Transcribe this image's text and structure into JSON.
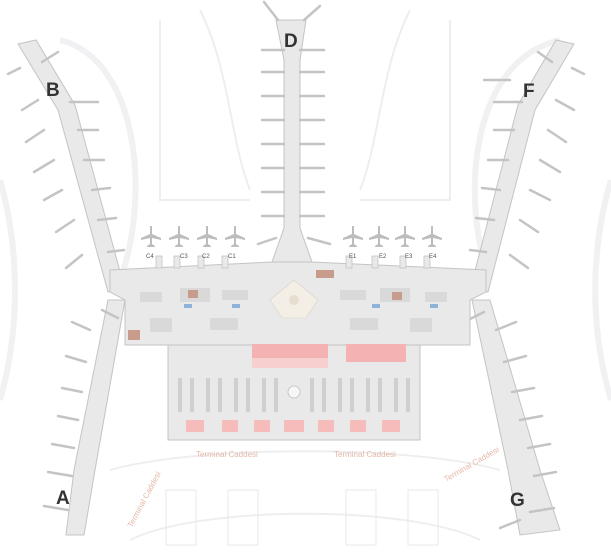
{
  "map": {
    "piers": [
      {
        "id": "A",
        "label": "A"
      },
      {
        "id": "B",
        "label": "B"
      },
      {
        "id": "D",
        "label": "D"
      },
      {
        "id": "F",
        "label": "F"
      },
      {
        "id": "G",
        "label": "G"
      }
    ],
    "remote_stands_west": [
      "C4",
      "C3",
      "C2",
      "C1"
    ],
    "remote_stands_east": [
      "E1",
      "E2",
      "E3",
      "E4"
    ],
    "road_labels": [
      "Terminal Caddesi",
      "Terminal Caddesi",
      "Terminal Caddesi",
      "Terminal Caddesi"
    ],
    "colors": {
      "pier_fill": "#e9e9e9",
      "pier_outline": "#c4c4c4",
      "label_text": "#333333",
      "highlight": "#f4b2b2",
      "road_text": "#e5b8a8"
    }
  }
}
